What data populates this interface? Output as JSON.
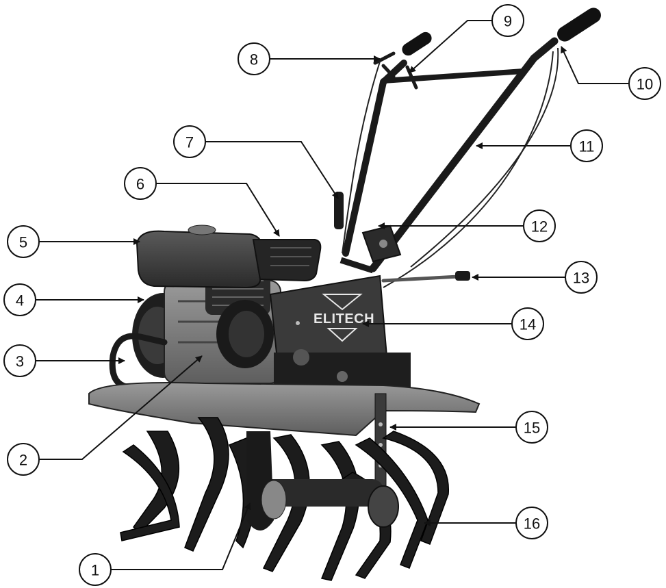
{
  "figure": {
    "brand_label": "ELITECH",
    "accent_color": "#111111",
    "callouts": [
      {
        "number": "1"
      },
      {
        "number": "2"
      },
      {
        "number": "3"
      },
      {
        "number": "4"
      },
      {
        "number": "5"
      },
      {
        "number": "6"
      },
      {
        "number": "7"
      },
      {
        "number": "8"
      },
      {
        "number": "9"
      },
      {
        "number": "10"
      },
      {
        "number": "11"
      },
      {
        "number": "12"
      },
      {
        "number": "13"
      },
      {
        "number": "14"
      },
      {
        "number": "15"
      },
      {
        "number": "16"
      }
    ]
  }
}
